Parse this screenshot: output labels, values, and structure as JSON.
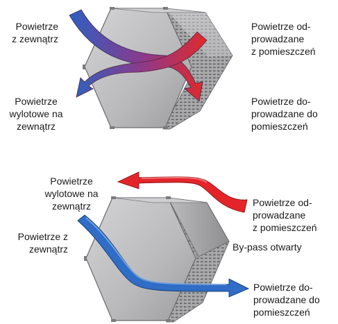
{
  "colors": {
    "cold": "#2f6bc4",
    "warm": "#e0262a",
    "body": "#bdbdbf"
  },
  "top": {
    "outdoor_in": "Powietrze\nz zewnątrz",
    "exhaust_in": "Powietrze od-\nprowadzane\nz pomieszczeń",
    "exhaust_out": "Powietrze\nwylotowe na\nzewnątrz",
    "supply_out": "Powietrze do-\nprowadzane do\npomieszczeń"
  },
  "bottom": {
    "exhaust_out": "Powietrze\nwylotowe na\nzewnątrz",
    "exhaust_in": "Powietrze od-\nprowadzane\nz pomieszczeń",
    "outdoor_in": "Powietrze z\nzewnątrz",
    "bypass": "By-pass otwarty",
    "supply_out": "Powietrze do-\nprowadzane do\npomieszczeń"
  }
}
